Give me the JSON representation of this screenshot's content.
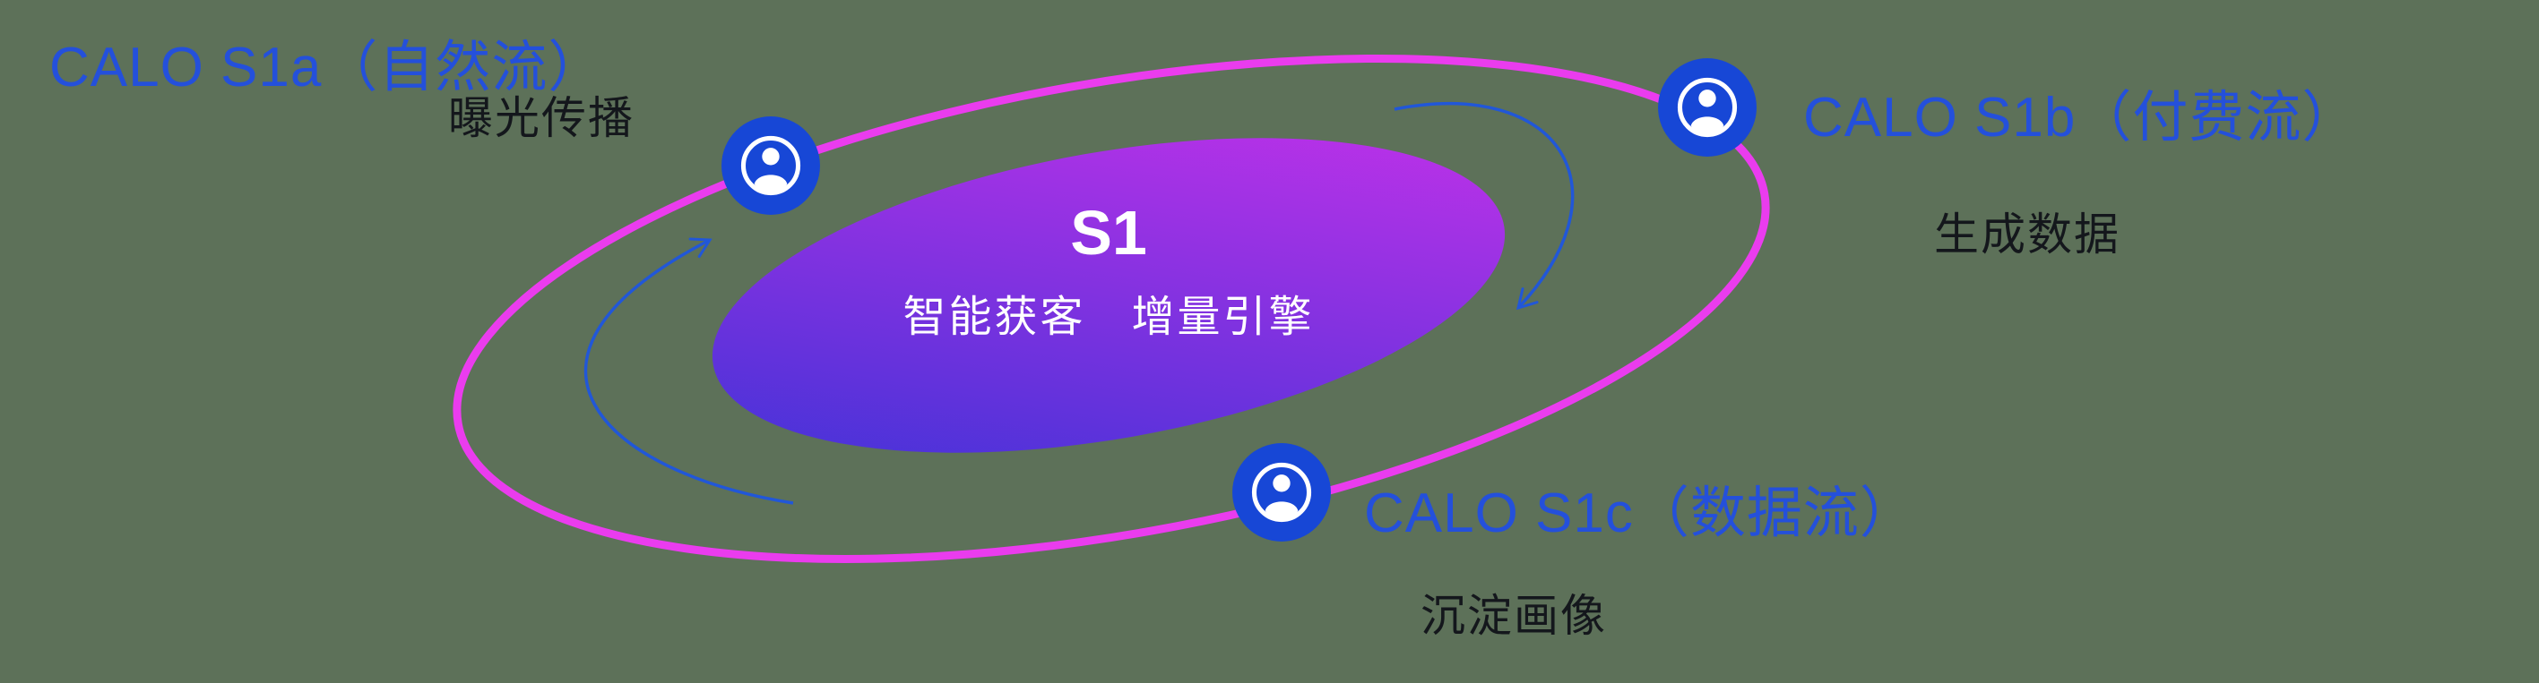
{
  "canvas": {
    "background": "#5d7159"
  },
  "colors": {
    "title_blue": "#2450db",
    "subtitle_dark": "#14171c",
    "orbit_stroke": "#ea3cee",
    "core_gradient_start": "#3a33d6",
    "core_gradient_end": "#c931ea",
    "icon_bg": "#1747d6",
    "icon_fg": "#ffffff",
    "arrow": "#2157d8",
    "core_text": "#ffffff"
  },
  "core": {
    "title": "S1",
    "subtitle": "智能获客　增量引擎"
  },
  "nodes": [
    {
      "id": "calo-s1a",
      "title": "CALO S1a（自然流）",
      "subtitle": "曝光传播",
      "icon": "user-icon"
    },
    {
      "id": "calo-s1b",
      "title": "CALO S1b（付费流）",
      "subtitle": "生成数据",
      "icon": "user-icon"
    },
    {
      "id": "calo-s1c",
      "title": "CALO S1c（数据流）",
      "subtitle": "沉淀画像",
      "icon": "user-icon"
    }
  ],
  "arrows": [
    {
      "id": "left-flow",
      "direction": "up-toward-s1a"
    },
    {
      "id": "right-flow",
      "direction": "down-from-s1b"
    }
  ]
}
